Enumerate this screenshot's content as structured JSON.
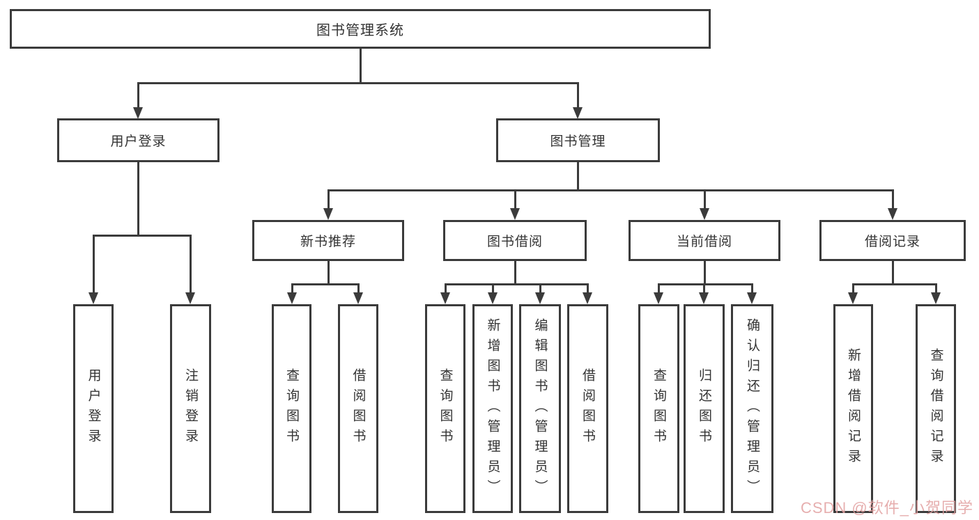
{
  "diagram_title": "图书管理系统",
  "nodes": {
    "root": "图书管理系统",
    "level2": [
      "用户登录",
      "图书管理"
    ],
    "level3": [
      "新书推荐",
      "图书借阅",
      "当前借阅",
      "借阅记录"
    ],
    "leaves": [
      "用户登录",
      "注销登录",
      "查询图书",
      "借阅图书",
      "查询图书",
      "新增图书（管理员）",
      "编辑图书（管理员）",
      "借阅图书",
      "查询图书",
      "归还图书",
      "确认归还（管理员）",
      "新增借阅记录",
      "查询借阅记录"
    ]
  },
  "watermark": {
    "text": "CSDN @软件_小贺同学",
    "color": "#e2a0a0"
  },
  "colors": {
    "line": "#3b3b3b",
    "box_border": "#3b3b3b",
    "text": "#333333",
    "background": "#ffffff"
  }
}
